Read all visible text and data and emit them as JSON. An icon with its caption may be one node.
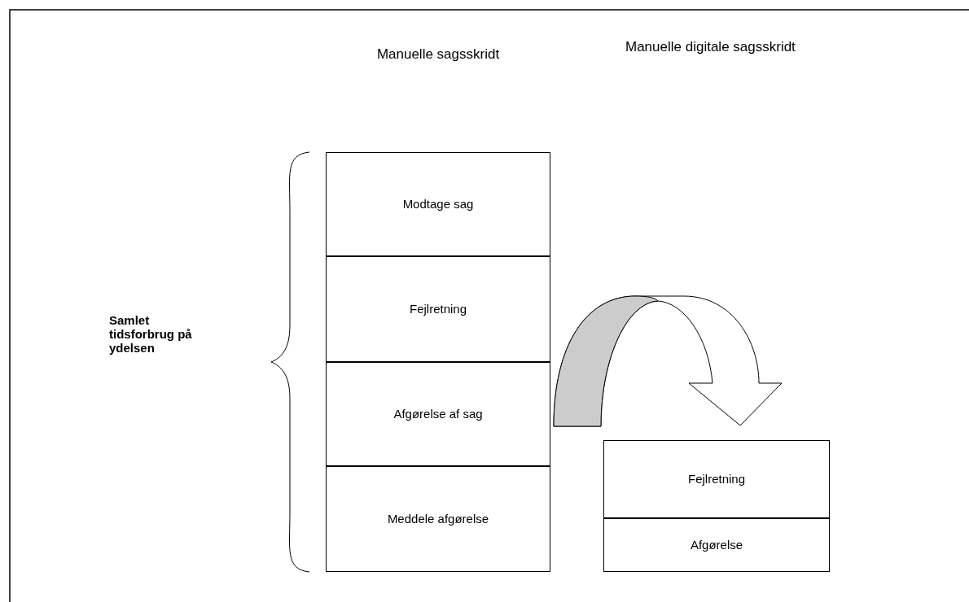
{
  "diagram": {
    "nodes": [
      {
        "text": [
          "Modtage sag"
        ]
      },
      {
        "text": [
          "Fejlretning"
        ]
      },
      {
        "text": [
          "Afgørelse af sag"
        ]
      },
      {
        "text": [
          "Meddele afgørelse"
        ]
      },
      {
        "text": [
          "Fejlretning"
        ]
      },
      {
        "text": [
          "Afgørelse"
        ]
      }
    ],
    "edges": [
      {
        "from": 2,
        "to": 4,
        "arrow": "to"
      }
    ],
    "labels": [
      "Manuelle sagsskridt",
      "Manuelle digitale sagsskridt",
      "Samlet tidsforbrug på ydelsen"
    ]
  }
}
